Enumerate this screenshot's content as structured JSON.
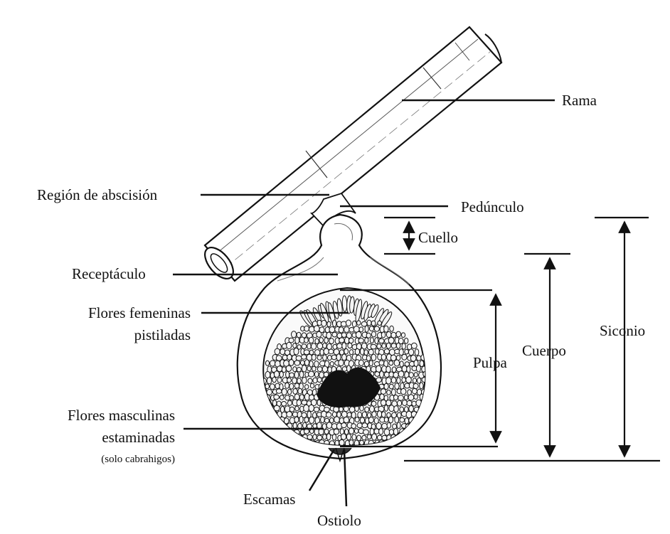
{
  "labels": {
    "rama": "Rama",
    "region_abscision": "Región de abscisión",
    "pedunculo": "Pedúnculo",
    "cuello": "Cuello",
    "receptaculo": "Receptáculo",
    "flores_femeninas_1": "Flores femeninas",
    "flores_femeninas_2": "pistiladas",
    "flores_masculinas_1": "Flores masculinas",
    "flores_masculinas_2": "estaminadas",
    "flores_masculinas_3": "(solo cabrahigos)",
    "pulpa": "Pulpa",
    "cuerpo": "Cuerpo",
    "siconio": "Siconio",
    "escamas": "Escamas",
    "ostiolo": "Ostiolo"
  },
  "colors": {
    "ink": "#111111",
    "seed_fill": "#f4f4f4",
    "cavity": "#111111"
  }
}
